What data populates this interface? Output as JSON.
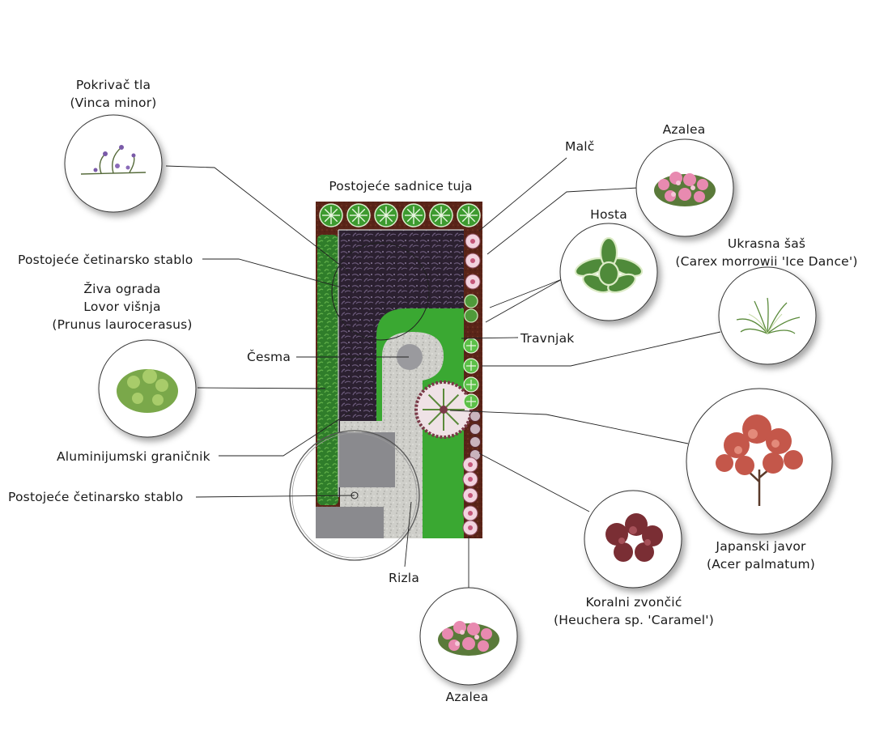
{
  "labels": {
    "vinca": [
      "Pokrivač tla",
      "(Vinca minor)"
    ],
    "tuja": "Postojeće sadnice tuja",
    "malc": "Malč",
    "azalea_top": "Azalea",
    "hosta": "Hosta",
    "carex": [
      "Ukrasna šaš",
      "(Carex morrowii 'Ice Dance')"
    ],
    "conifer_top": "Postojeće četinarsko stablo",
    "hedge": [
      "Živa ograda",
      "Lovor višnja",
      "(Prunus laurocerasus)"
    ],
    "travnjak": "Travnjak",
    "cesma": "Česma",
    "granicnik": "Aluminijumski graničnik",
    "conifer_bottom": "Postojeće četinarsko stablo",
    "acer": [
      "Japanski javor",
      "(Acer palmatum)"
    ],
    "heuchera": [
      "Koralni zvončić",
      "(Heuchera sp. 'Caramel')"
    ],
    "rizla": "Rizla",
    "azalea_bottom": "Azalea"
  },
  "colors": {
    "soil": "#5a2418",
    "mulch": "#2b2030",
    "lawn": "#3aa832",
    "gravel": "#c9c9c4",
    "paving": "#8a8a8e",
    "hedge": "#2f7d2a",
    "thuja": "#3d9a2f",
    "azalea": "#e07aa5",
    "heuchera": "#7a2e34",
    "acer": "#c4574a"
  },
  "icons": [
    "vinca-plant-icon",
    "azalea-plant-icon",
    "hosta-plant-icon",
    "carex-plant-icon",
    "hedge-shrub-icon",
    "acer-tree-icon",
    "heuchera-plant-icon"
  ]
}
